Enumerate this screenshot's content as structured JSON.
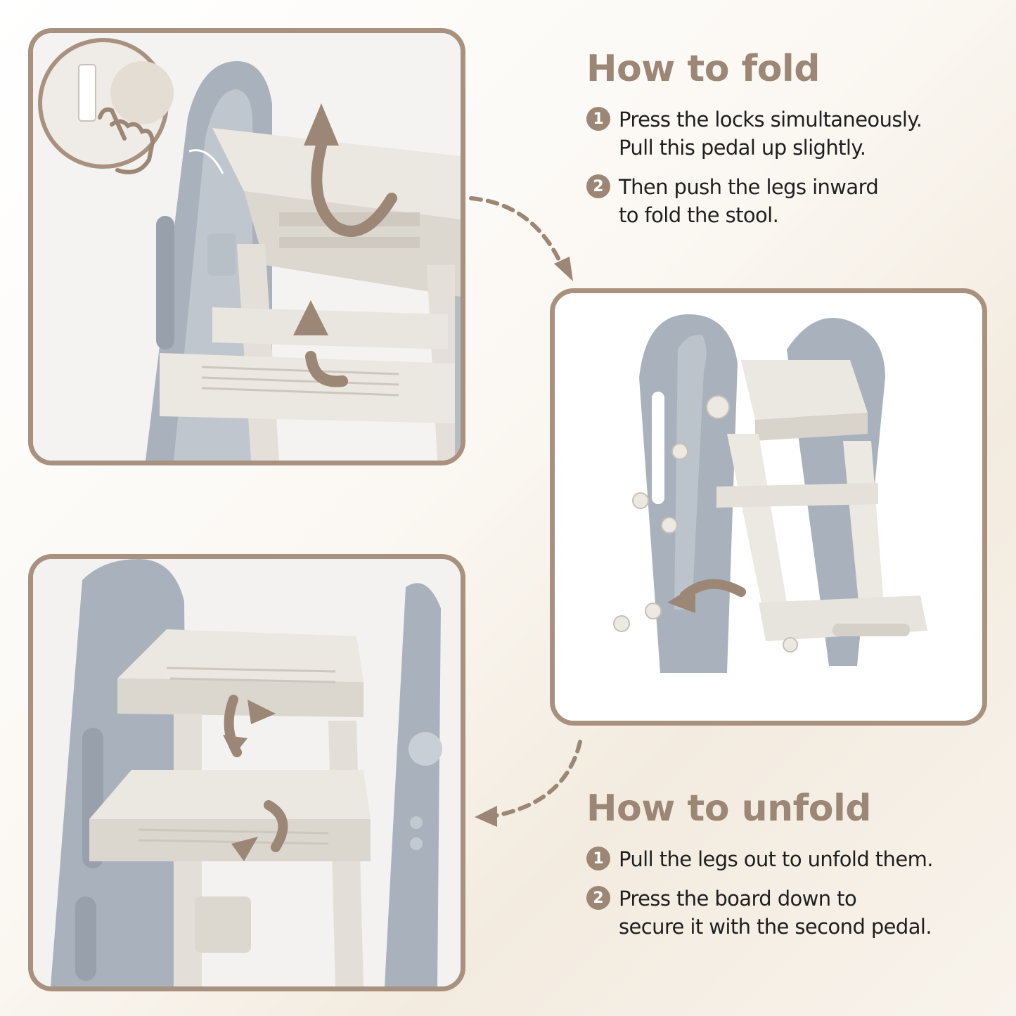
{
  "fold": {
    "title": "How to fold",
    "steps": [
      {
        "num": "1",
        "text": "Press the locks simultaneously.\nPull this pedal up slightly."
      },
      {
        "num": "2",
        "text": "Then push the legs inward\nto fold the stool."
      }
    ]
  },
  "unfold": {
    "title": "How to unfold",
    "steps": [
      {
        "num": "1",
        "text": "Pull the legs out to unfold them."
      },
      {
        "num": "2",
        "text": "Press the board down to\nsecure it with the second pedal."
      }
    ]
  },
  "colors": {
    "accent": "#9c8675",
    "frame": "#a8917f",
    "stool_gray": "#a7b0ba",
    "stool_cream": "#ece8e2"
  },
  "icons": [
    "hand-press-icon",
    "rotate-arrow-icon",
    "dashed-arrow-icon"
  ]
}
